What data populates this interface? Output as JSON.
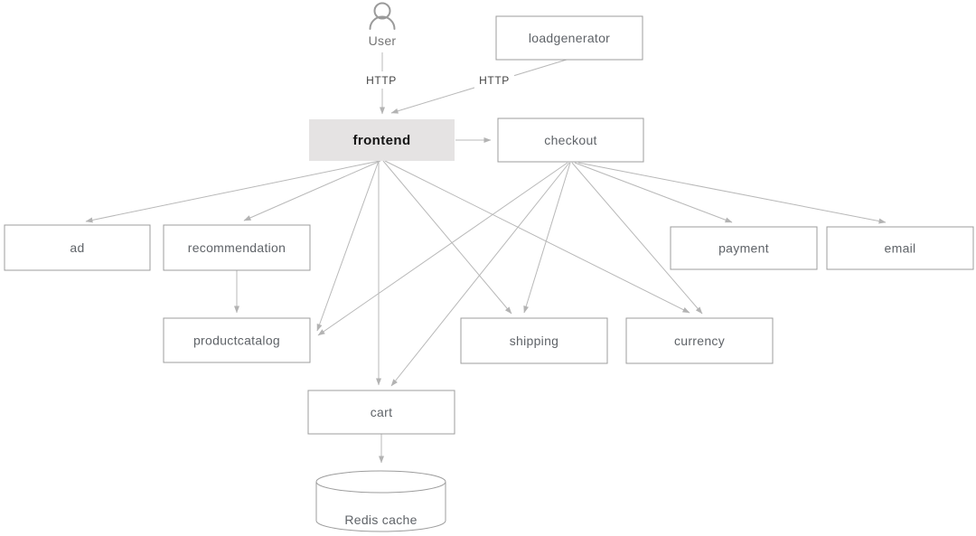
{
  "diagram": {
    "kind": "microservices-architecture",
    "nodes": [
      {
        "id": "user",
        "label": "User",
        "type": "actor"
      },
      {
        "id": "loadgenerator",
        "label": "loadgenerator",
        "type": "service"
      },
      {
        "id": "frontend",
        "label": "frontend",
        "type": "highlighted-service"
      },
      {
        "id": "checkout",
        "label": "checkout",
        "type": "service"
      },
      {
        "id": "ad",
        "label": "ad",
        "type": "service"
      },
      {
        "id": "recommendation",
        "label": "recommendation",
        "type": "service"
      },
      {
        "id": "payment",
        "label": "payment",
        "type": "service"
      },
      {
        "id": "email",
        "label": "email",
        "type": "service"
      },
      {
        "id": "productcatalog",
        "label": "productcatalog",
        "type": "service"
      },
      {
        "id": "shipping",
        "label": "shipping",
        "type": "service"
      },
      {
        "id": "currency",
        "label": "currency",
        "type": "service"
      },
      {
        "id": "cart",
        "label": "cart",
        "type": "service"
      },
      {
        "id": "redis",
        "label": "Redis cache",
        "type": "database"
      }
    ],
    "edges": [
      {
        "from": "user",
        "to": "frontend",
        "label": "HTTP"
      },
      {
        "from": "loadgenerator",
        "to": "frontend",
        "label": "HTTP"
      },
      {
        "from": "frontend",
        "to": "checkout"
      },
      {
        "from": "frontend",
        "to": "ad"
      },
      {
        "from": "frontend",
        "to": "recommendation"
      },
      {
        "from": "frontend",
        "to": "productcatalog"
      },
      {
        "from": "frontend",
        "to": "cart"
      },
      {
        "from": "frontend",
        "to": "shipping"
      },
      {
        "from": "frontend",
        "to": "currency"
      },
      {
        "from": "checkout",
        "to": "productcatalog"
      },
      {
        "from": "checkout",
        "to": "cart"
      },
      {
        "from": "checkout",
        "to": "shipping"
      },
      {
        "from": "checkout",
        "to": "currency"
      },
      {
        "from": "checkout",
        "to": "payment"
      },
      {
        "from": "checkout",
        "to": "email"
      },
      {
        "from": "recommendation",
        "to": "productcatalog"
      },
      {
        "from": "cart",
        "to": "redis"
      }
    ],
    "colors": {
      "background": "#ffffff",
      "box_border": "#9c9c9c",
      "box_fill": "#ffffff",
      "highlight_fill": "#e5e3e3",
      "edge_line": "#b8b8b8",
      "arrowhead": "#b3b3b3",
      "service_text": "#5f6368",
      "highlight_text": "#141414",
      "edge_label_text": "#424242",
      "actor_icon": "#9a9a9a",
      "actor_text": "#757575"
    }
  }
}
